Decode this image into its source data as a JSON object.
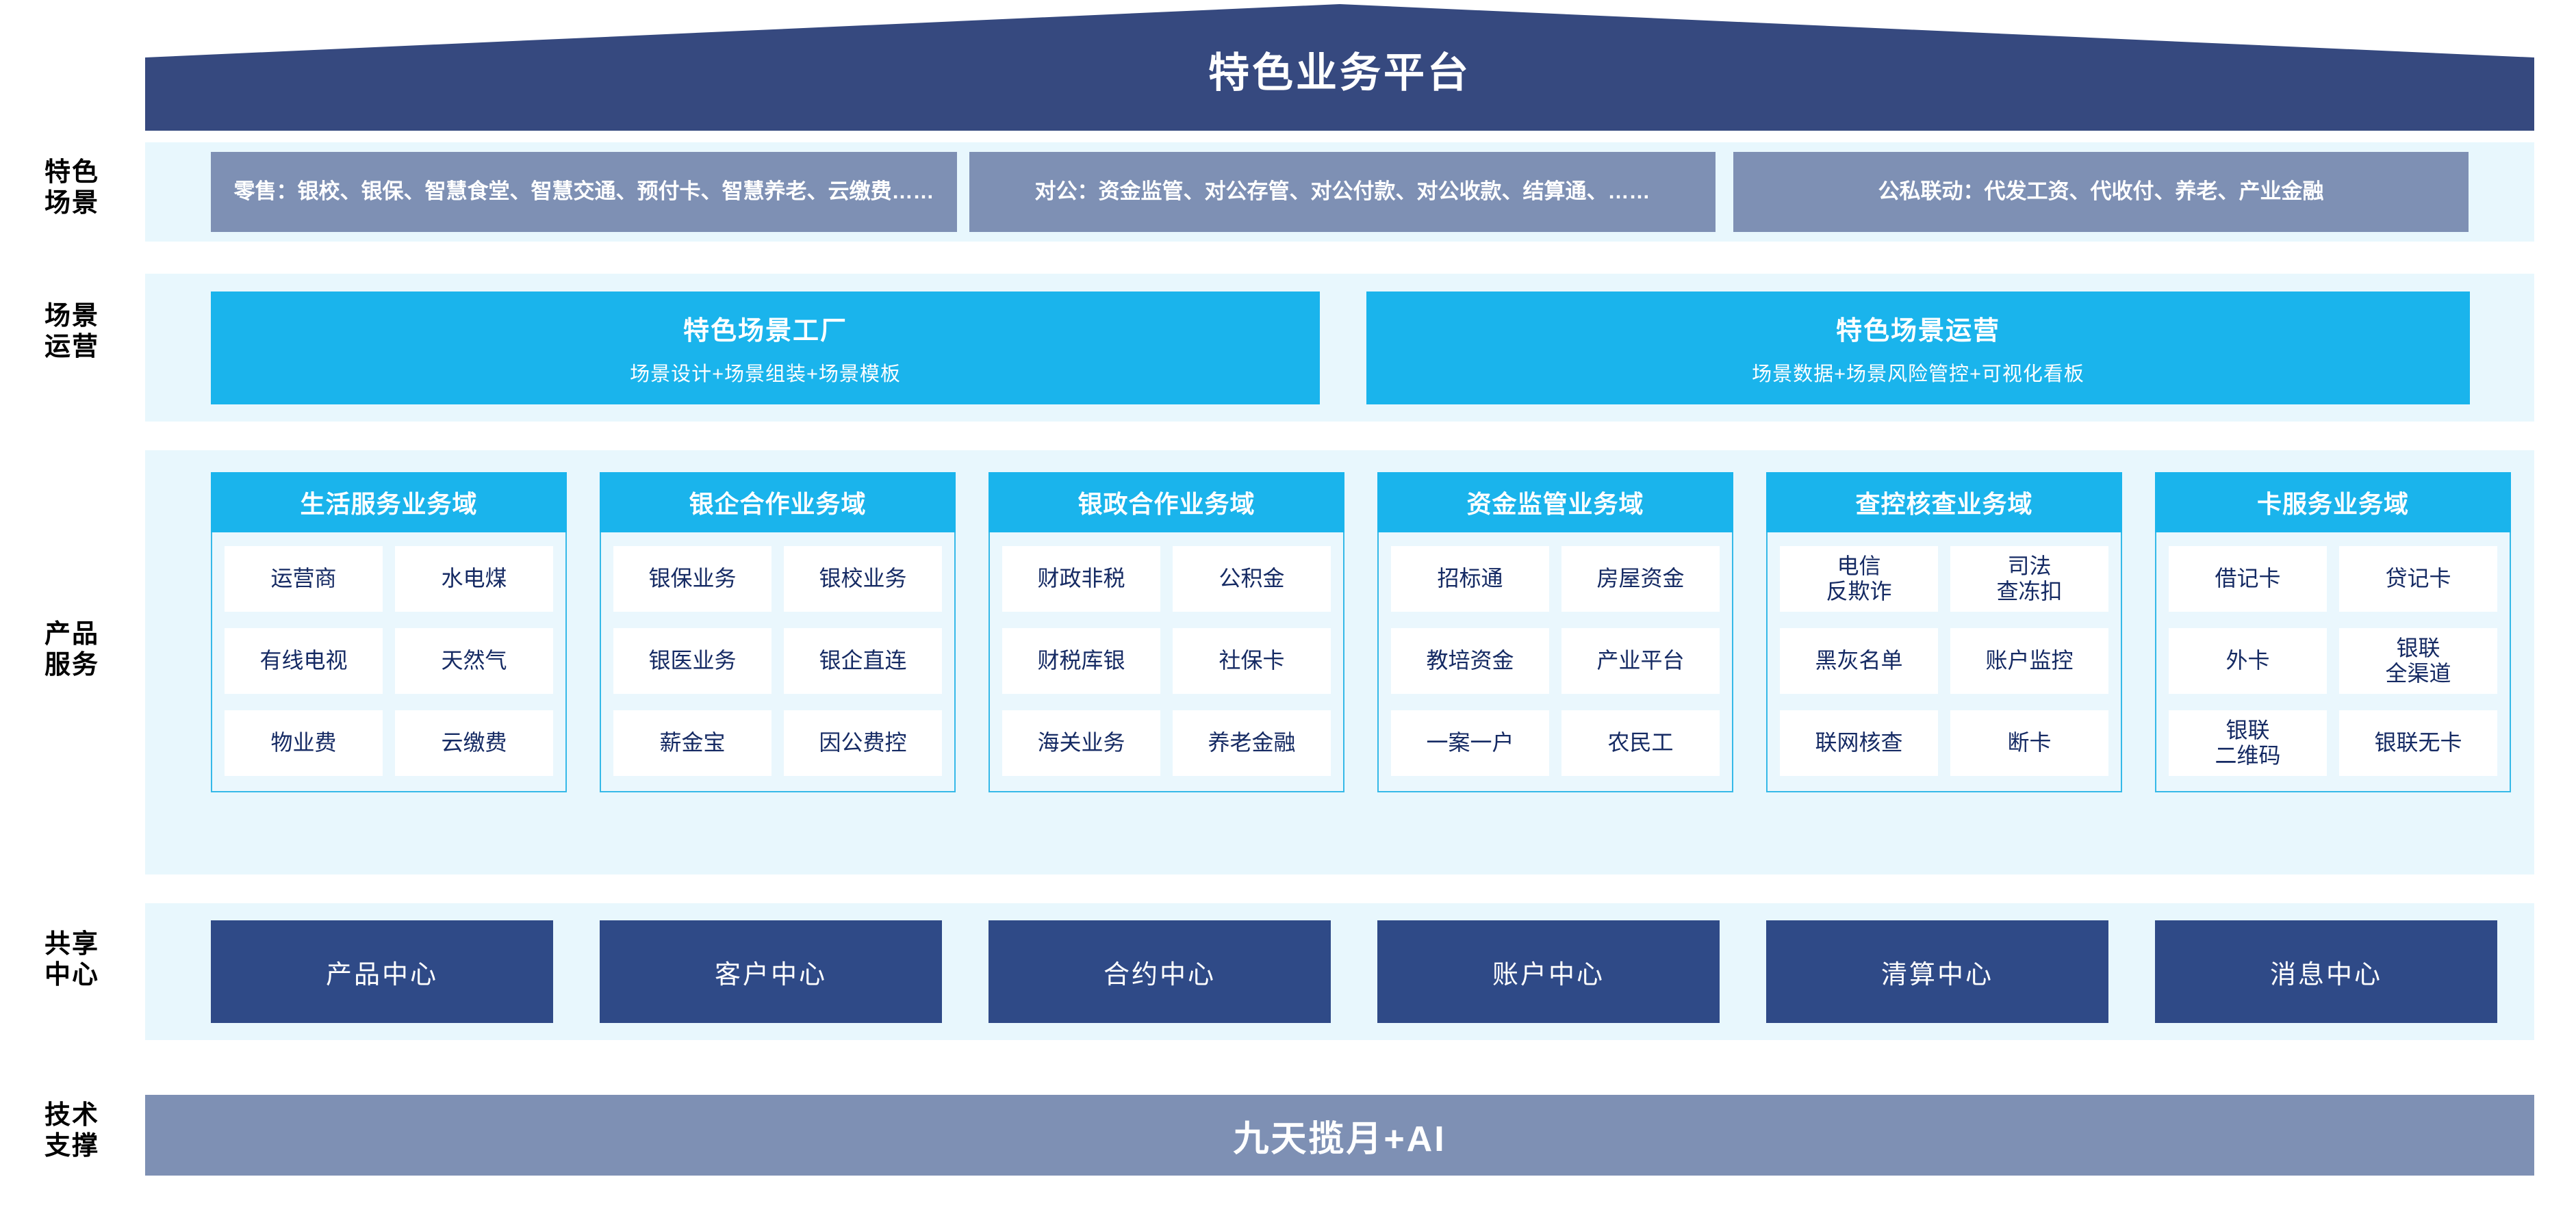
{
  "banner": {
    "title": "特色业务平台",
    "color": "#36497f"
  },
  "row_labels": [
    {
      "name": "scenes",
      "text": "特色\n场景"
    },
    {
      "name": "operations",
      "text": "场景\n运营"
    },
    {
      "name": "products",
      "text": "产品\n服务"
    },
    {
      "name": "shared-centers",
      "text": "共享\n中心"
    },
    {
      "name": "tech-support",
      "text": "技术\n支撑"
    }
  ],
  "colors": {
    "panel_bg": "#e8f7fd",
    "scene_box": "#7e90b4",
    "cyan": "#1ab4ec",
    "navy": "#2f4a87",
    "cell_text": "#152a63"
  },
  "scenes": [
    {
      "text": "零售：银校、银保、智慧食堂、智慧交通、预付卡、智慧养老、云缴费……"
    },
    {
      "text": "对公：资金监管、对公存管、对公付款、对公收款、结算通、……"
    },
    {
      "text": "公私联动：代发工资、代收付、养老、产业金融"
    }
  ],
  "operations": [
    {
      "title": "特色场景工厂",
      "subtitle": "场景设计+场景组装+场景模板"
    },
    {
      "title": "特色场景运营",
      "subtitle": "场景数据+场景风险管控+可视化看板"
    }
  ],
  "domains": [
    {
      "title": "生活服务业务域",
      "cells": [
        "运营商",
        "水电煤",
        "有线电视",
        "天然气",
        "物业费",
        "云缴费"
      ]
    },
    {
      "title": "银企合作业务域",
      "cells": [
        "银保业务",
        "银校业务",
        "银医业务",
        "银企直连",
        "薪金宝",
        "因公费控"
      ]
    },
    {
      "title": "银政合作业务域",
      "cells": [
        "财政非税",
        "公积金",
        "财税库银",
        "社保卡",
        "海关业务",
        "养老金融"
      ]
    },
    {
      "title": "资金监管业务域",
      "cells": [
        "招标通",
        "房屋资金",
        "教培资金",
        "产业平台",
        "一案一户",
        "农民工"
      ]
    },
    {
      "title": "查控核查业务域",
      "cells": [
        "电信\n反欺诈",
        "司法\n查冻扣",
        "黑灰名单",
        "账户监控",
        "联网核查",
        "断卡"
      ]
    },
    {
      "title": "卡服务业务域",
      "cells": [
        "借记卡",
        "贷记卡",
        "外卡",
        "银联\n全渠道",
        "银联\n二维码",
        "银联无卡"
      ]
    }
  ],
  "shared_centers": [
    "产品中心",
    "客户中心",
    "合约中心",
    "账户中心",
    "清算中心",
    "消息中心"
  ],
  "tech_support": {
    "text": "九天揽月+AI"
  }
}
